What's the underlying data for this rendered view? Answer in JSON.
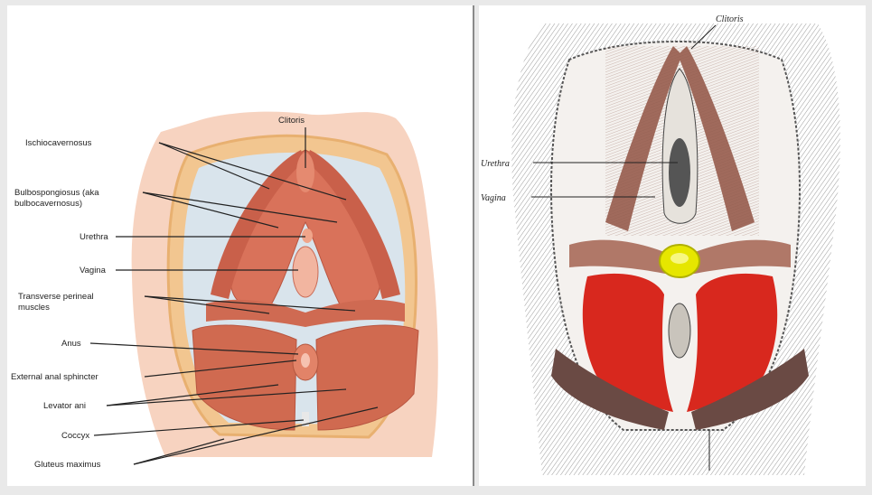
{
  "left_figure": {
    "labels": {
      "clitoris": "Clitoris",
      "ischiocavernosus": "Ischiocavernosus",
      "bulbospongiosus_line1": "Bulbospongiosus (aka",
      "bulbospongiosus_line2": "bulbocavernosus)",
      "urethra": "Urethra",
      "vagina": "Vagina",
      "transverse_line1": "Transverse perineal",
      "transverse_line2": "muscles",
      "anus": "Anus",
      "external_anal_sphincter": "External anal sphincter",
      "levator_ani": "Levator ani",
      "coccyx": "Coccyx",
      "gluteus_maximus": "Gluteus maximus"
    }
  },
  "right_figure": {
    "labels": {
      "clitoris": "Clitoris",
      "urethra": "Urethra",
      "vagina": "Vagina"
    },
    "colors": {
      "highlight_yellow": "#e6e600",
      "muscle_red": "#d8281e"
    }
  }
}
